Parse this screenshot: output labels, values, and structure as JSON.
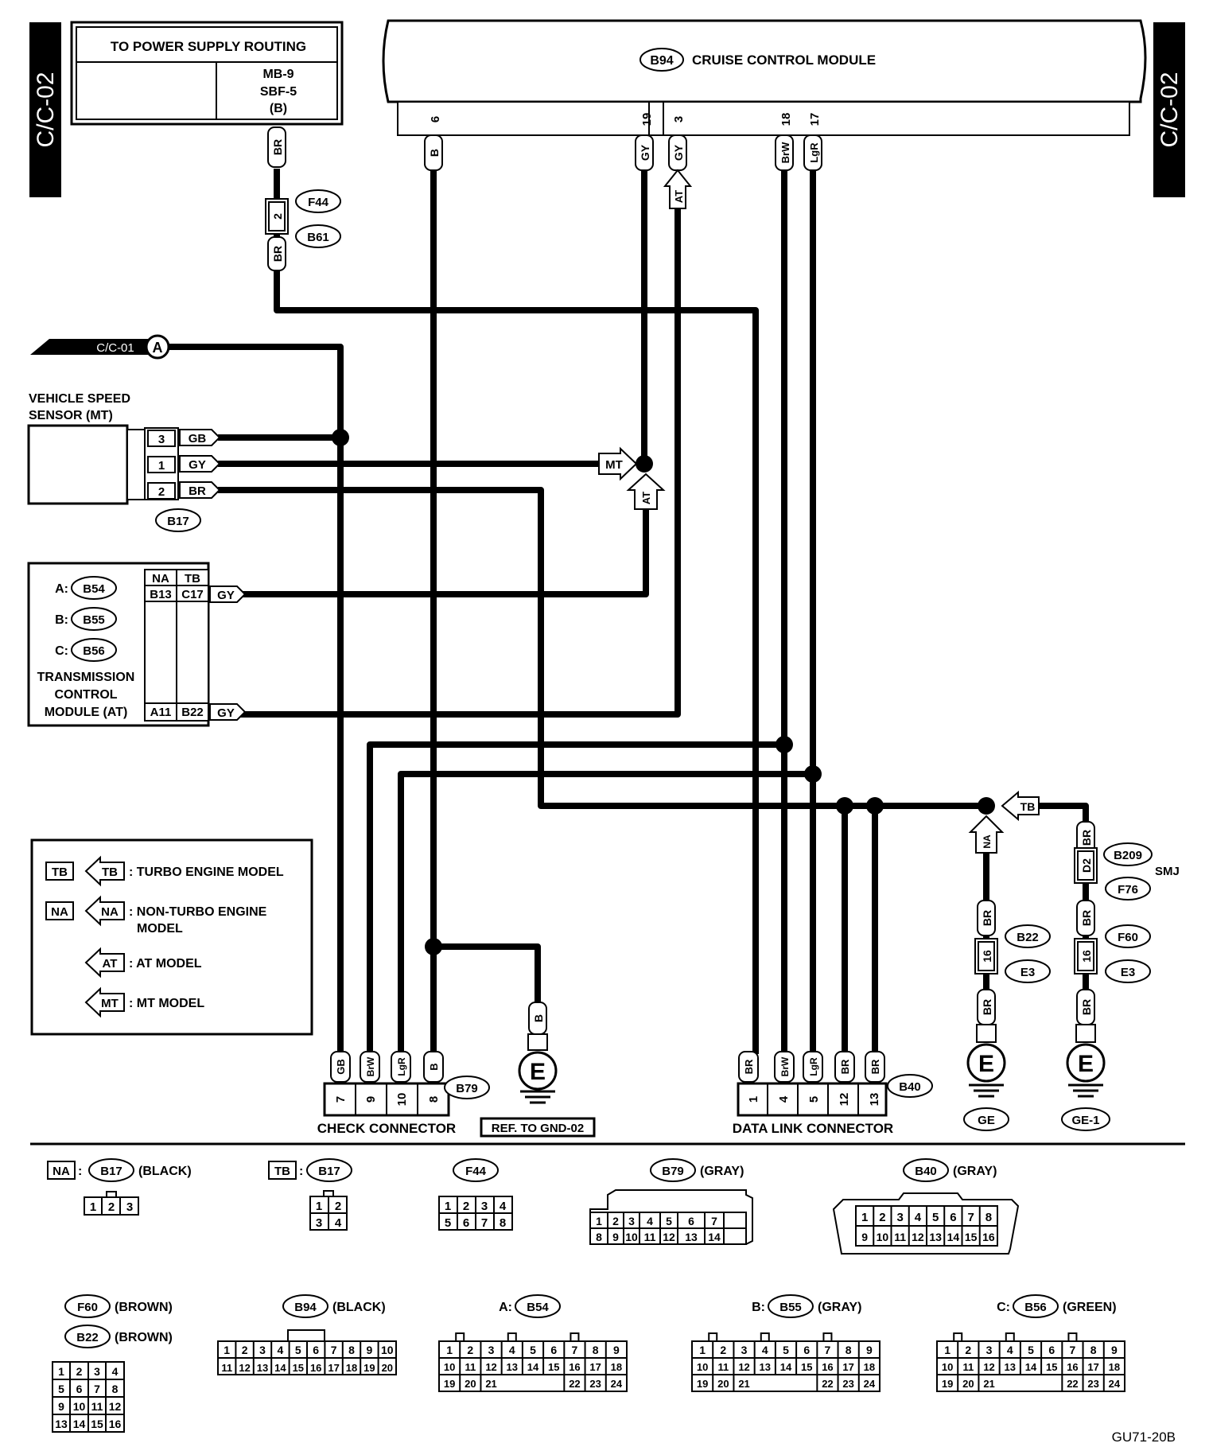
{
  "side_labels": {
    "left": "C/C-02",
    "right": "C/C-02"
  },
  "power_box": {
    "title": "TO POWER SUPPLY ROUTING",
    "line1": "MB-9",
    "line2": "SBF-5",
    "line3": "(B)"
  },
  "module": {
    "id": "B94",
    "name": "CRUISE CONTROL MODULE"
  },
  "module_pins": [
    {
      "pin": "6",
      "color": "B"
    },
    {
      "pin": "19",
      "color": "GY"
    },
    {
      "pin": "3",
      "color": "GY"
    },
    {
      "pin": "18",
      "color": "BrW"
    },
    {
      "pin": "17",
      "color": "LgR"
    }
  ],
  "power_wire": {
    "color_top": "BR",
    "pin": "2",
    "color_bottom": "BR",
    "conn_a": "F44",
    "conn_b": "B61"
  },
  "offpage": {
    "ref": "C/C-01",
    "letter": "A"
  },
  "vss": {
    "line1": "VEHICLE SPEED",
    "line2": "SENSOR (MT)",
    "connector": "B17",
    "pins": [
      {
        "pin": "3",
        "color": "GB"
      },
      {
        "pin": "1",
        "color": "GY"
      },
      {
        "pin": "2",
        "color": "BR"
      }
    ]
  },
  "tcm": {
    "a_label": "A:",
    "a_id": "B54",
    "b_label": "B:",
    "b_id": "B55",
    "c_label": "C:",
    "c_id": "B56",
    "line1": "TRANSMISSION",
    "line2": "CONTROL",
    "line3": "MODULE (AT)",
    "head_na": "NA",
    "head_tb": "TB",
    "top_na": "B13",
    "top_tb": "C17",
    "top_color": "GY",
    "bot_na": "A11",
    "bot_tb": "B22",
    "bot_color": "GY"
  },
  "tags": {
    "mt": "MT",
    "at": "AT",
    "tb": "TB",
    "na": "NA"
  },
  "legend": {
    "tb_text": ": TURBO ENGINE MODEL",
    "na_text1": ": NON-TURBO ENGINE",
    "na_text2": "MODEL",
    "at_text": ": AT MODEL",
    "mt_text": ": MT MODEL"
  },
  "check_connector": {
    "id": "B79",
    "label": "CHECK CONNECTOR",
    "pins": [
      {
        "pin": "7",
        "color": "GB"
      },
      {
        "pin": "9",
        "color": "BrW"
      },
      {
        "pin": "10",
        "color": "LgR"
      },
      {
        "pin": "8",
        "color": "B"
      }
    ]
  },
  "ground_ref": {
    "color": "B",
    "symbol": "E",
    "label": "REF. TO GND-02"
  },
  "dlc": {
    "id": "B40",
    "label": "DATA LINK CONNECTOR",
    "pins": [
      {
        "pin": "1",
        "color": "BR"
      },
      {
        "pin": "4",
        "color": "BrW"
      },
      {
        "pin": "5",
        "color": "LgR"
      },
      {
        "pin": "12",
        "color": "BR"
      },
      {
        "pin": "13",
        "color": "BR"
      }
    ]
  },
  "ge": {
    "c1": "BR",
    "pin": "16",
    "c2": "BR",
    "conn_a": "B22",
    "conn_b": "E3",
    "symbol": "E",
    "label": "GE"
  },
  "ge1": {
    "c0": "BR",
    "pin_smj": "D2",
    "conn_smj_a": "B209",
    "conn_smj_b": "F76",
    "smj": "SMJ",
    "c1": "BR",
    "pin": "16",
    "c2": "BR",
    "conn_a": "F60",
    "conn_b": "E3",
    "symbol": "E",
    "label": "GE-1"
  },
  "connector_views": {
    "na_b17": {
      "tag": "NA",
      "id": "B17",
      "color": "(BLACK)",
      "pins": [
        "1",
        "2",
        "3"
      ]
    },
    "tb_b17": {
      "tag": "TB",
      "id": "B17",
      "row1": [
        "1",
        "2"
      ],
      "row2": [
        "3",
        "4"
      ]
    },
    "f44": {
      "id": "F44",
      "row1": [
        "1",
        "2",
        "3",
        "4"
      ],
      "row2": [
        "5",
        "6",
        "7",
        "8"
      ]
    },
    "b79": {
      "id": "B79",
      "color": "(GRAY)",
      "row1": [
        "1",
        "2",
        "3",
        "4",
        "5",
        "6",
        "7"
      ],
      "row2": [
        "8",
        "9",
        "10",
        "11",
        "12",
        "13",
        "14"
      ]
    },
    "b40": {
      "id": "B40",
      "color": "(GRAY)",
      "row1": [
        "1",
        "2",
        "3",
        "4",
        "5",
        "6",
        "7",
        "8"
      ],
      "row2": [
        "9",
        "10",
        "11",
        "12",
        "13",
        "14",
        "15",
        "16"
      ]
    },
    "f60": {
      "id": "F60",
      "color": "(BROWN)"
    },
    "b22": {
      "id": "B22",
      "color": "(BROWN)",
      "rows": [
        [
          "1",
          "2",
          "3",
          "4"
        ],
        [
          "5",
          "6",
          "7",
          "8"
        ],
        [
          "9",
          "10",
          "11",
          "12"
        ],
        [
          "13",
          "14",
          "15",
          "16"
        ]
      ]
    },
    "b94": {
      "id": "B94",
      "color": "(BLACK)",
      "row1": [
        "1",
        "2",
        "3",
        "4",
        "5",
        "6",
        "7",
        "8",
        "9",
        "10"
      ],
      "row2": [
        "11",
        "12",
        "13",
        "14",
        "15",
        "16",
        "17",
        "18",
        "19",
        "20"
      ]
    },
    "b54": {
      "prefix": "A:",
      "id": "B54"
    },
    "b55": {
      "prefix": "B:",
      "id": "B55",
      "color": "(GRAY)"
    },
    "b56": {
      "prefix": "C:",
      "id": "B56",
      "color": "(GREEN)"
    },
    "tcm_rows": [
      [
        "1",
        "2",
        "3",
        "4",
        "5",
        "6",
        "7",
        "8",
        "9"
      ],
      [
        "10",
        "11",
        "12",
        "13",
        "14",
        "15",
        "16",
        "17",
        "18"
      ],
      [
        "19",
        "20",
        "21",
        "22",
        "23",
        "24"
      ]
    ]
  },
  "code": "GU71-20B"
}
